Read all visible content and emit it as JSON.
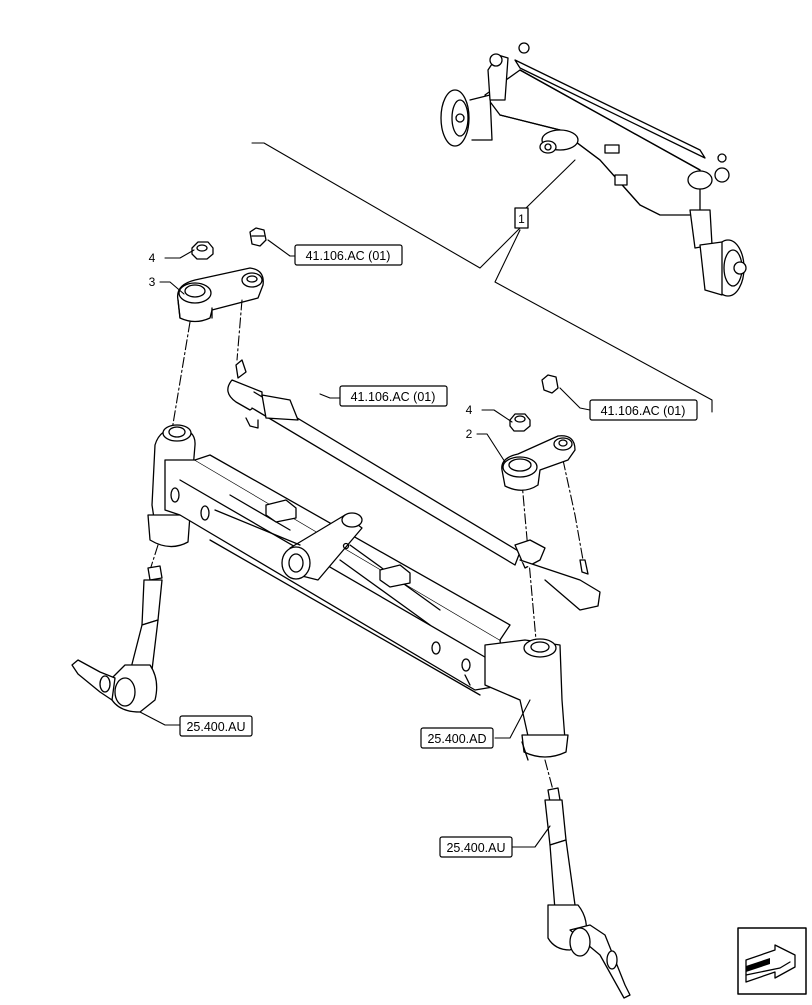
{
  "diagram": {
    "inset_callout": "1",
    "references": {
      "ref_pivot_left_nut": "41.106.AC (01)",
      "ref_tie_rod": "41.106.AC (01)",
      "ref_pivot_right_nut": "41.106.AC (01)",
      "ref_spindle_left": "25.400.AU",
      "ref_axle_bracket": "25.400.AD",
      "ref_spindle_right": "25.400.AU"
    },
    "item_numbers": {
      "item_4_left": "4",
      "item_3": "3",
      "item_4_right": "4",
      "item_2": "2"
    },
    "nav_icon": "arrow-navigation-icon"
  }
}
